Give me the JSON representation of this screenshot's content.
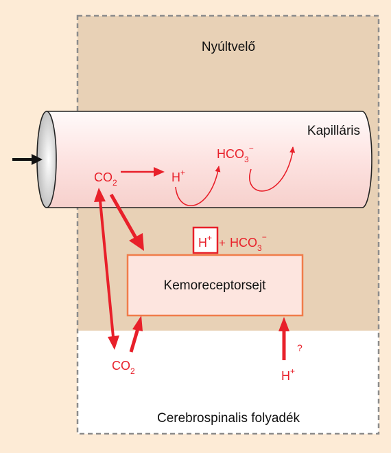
{
  "colors": {
    "background": "#fdebd6",
    "medulla": "#e8d1b6",
    "csf": "#ffffff",
    "capillary": "#fde8e6",
    "accent_red": "#e8202a",
    "cell_border": "#f07c4a",
    "cell_fill": "#fde5df"
  },
  "labels": {
    "medulla": "Nyúltvelő",
    "capillary": "Kapilláris",
    "csf": "Cerebrospinalis folyadék",
    "cell": "Kemoreceptorsejt",
    "co2_base": "CO",
    "co2_sub": "2",
    "h": "H",
    "plus_sup": "+",
    "hco3_base": "HCO",
    "hco3_sub": "3",
    "hco3_sup": "−",
    "plus": "+",
    "question": "?"
  }
}
